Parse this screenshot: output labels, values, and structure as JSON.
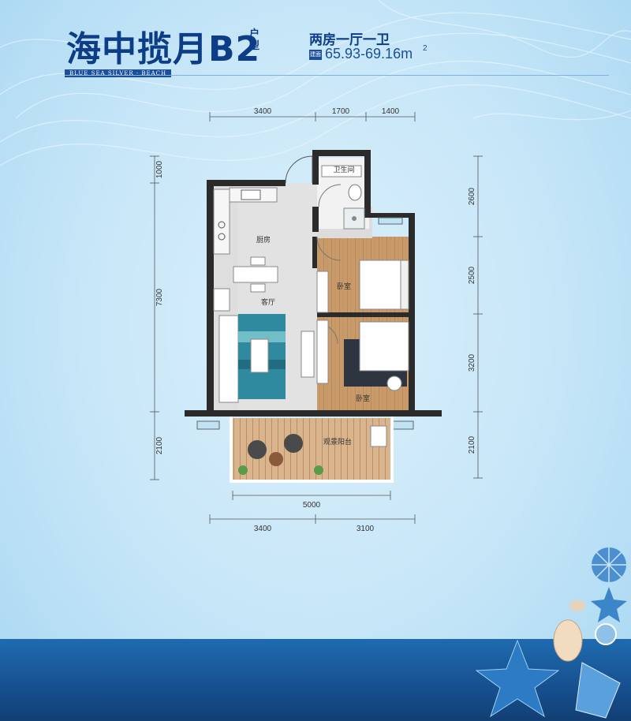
{
  "header": {
    "title": "海中揽月B2",
    "unit_type_label": "户型",
    "subtitle": "BLUE SEA SILVER · BEACH",
    "layout_type": "两房一厅一卫",
    "area_badge": "建面",
    "area_value": "65.93-69.16m",
    "area_sup": "2"
  },
  "plan": {
    "rooms": {
      "bathroom": "卫生间",
      "kitchen": "厨房",
      "living": "客厅",
      "bedroom1": "卧室",
      "bedroom2": "卧室",
      "balcony": "观景阳台"
    },
    "dims_top": [
      "3400",
      "1700",
      "1400"
    ],
    "dims_left": [
      "1000",
      "7300",
      "2100"
    ],
    "dims_right": [
      "2600",
      "2500",
      "3200",
      "2100"
    ],
    "dim_balcony": "5000",
    "dims_bottom": [
      "3400",
      "3100"
    ]
  },
  "colors": {
    "brand": "#0d3d86",
    "wall": "#2b2b2b",
    "wood_floor": "#c99a6a",
    "marble_floor": "#dcdcdc"
  }
}
